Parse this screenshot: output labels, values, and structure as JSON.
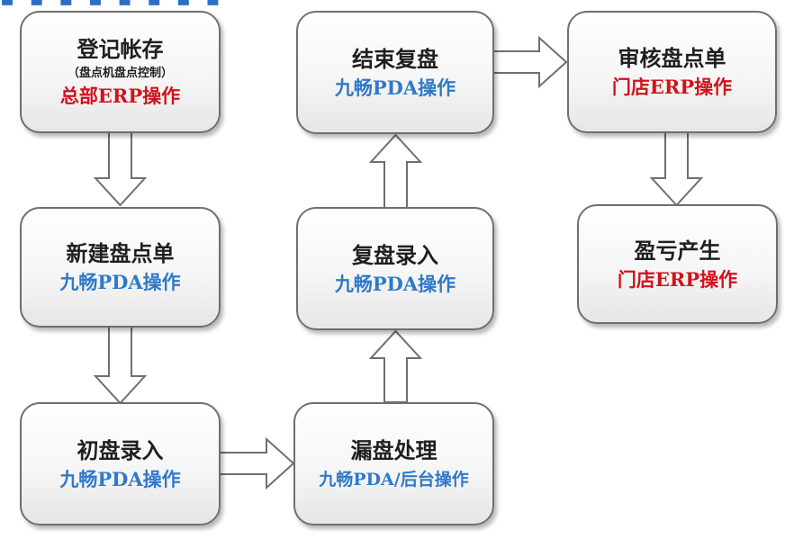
{
  "header_fragment": "▪ ▪ ▪ ▪ ▪ ▪ ▪ ▪",
  "boxes": {
    "register": {
      "title": "登记帐存",
      "note": "（盘点机盘点控制）",
      "sub": "总部ERP操作",
      "sub_color": "#d0121c"
    },
    "new_sheet": {
      "title": "新建盘点单",
      "sub": "九畅PDA操作",
      "sub_color": "#2f79c8"
    },
    "initial": {
      "title": "初盘录入",
      "sub": "九畅PDA操作",
      "sub_color": "#2f79c8"
    },
    "missed": {
      "title": "漏盘处理",
      "sub": "九畅PDA/后台操作",
      "sub_color": "#2f79c8"
    },
    "recheck": {
      "title": "复盘录入",
      "sub": "九畅PDA操作",
      "sub_color": "#2f79c8"
    },
    "end_recheck": {
      "title": "结束复盘",
      "sub": "九畅PDA操作",
      "sub_color": "#2f79c8"
    },
    "audit": {
      "title": "审核盘点单",
      "sub": "门店ERP操作",
      "sub_color": "#d0121c"
    },
    "profit_loss": {
      "title": "盈亏产生",
      "sub": "门店ERP操作",
      "sub_color": "#d0121c"
    }
  }
}
